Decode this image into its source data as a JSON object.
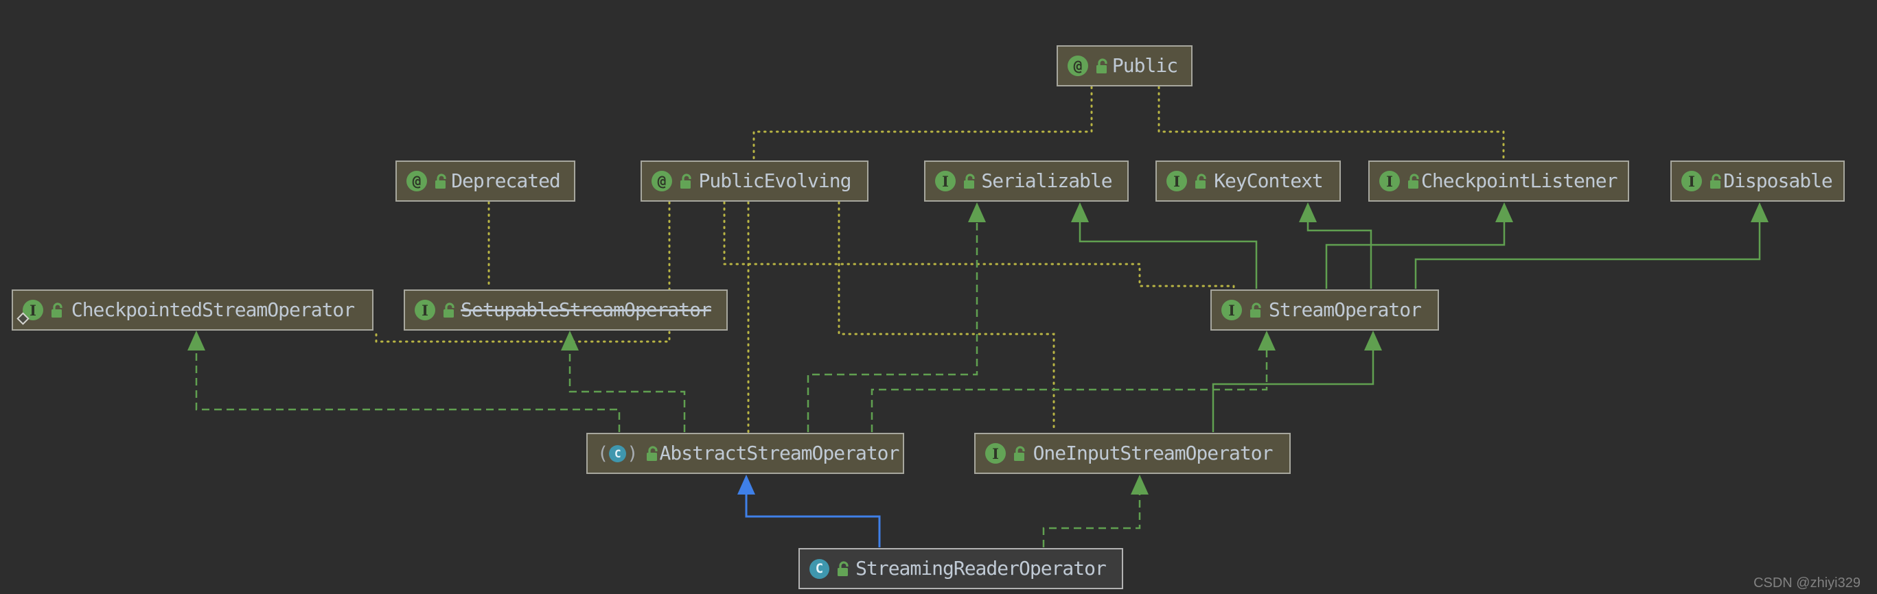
{
  "diagram": {
    "title": "UML class diagram - Flink stream operators",
    "watermark": "CSDN @zhiyi329",
    "colors": {
      "background": "#2d2d2d",
      "node_fill": "#56523f",
      "node_fill_dark": "#3c3c3c",
      "node_border": "#a7a79e",
      "label_text": "#c0cad5",
      "icon_green": "#63a456",
      "icon_teal": "#3f97ae",
      "edge_green": "#60a050",
      "edge_yellow": "#b9b544",
      "edge_blue": "#3f80e8"
    },
    "nodes": [
      {
        "id": "public",
        "label": "Public",
        "kind": "annotation"
      },
      {
        "id": "deprecated",
        "label": "Deprecated",
        "kind": "annotation"
      },
      {
        "id": "public-evolving",
        "label": "PublicEvolving",
        "kind": "annotation"
      },
      {
        "id": "serializable",
        "label": "Serializable",
        "kind": "interface"
      },
      {
        "id": "key-context",
        "label": "KeyContext",
        "kind": "interface"
      },
      {
        "id": "checkpoint-listener",
        "label": "CheckpointListener",
        "kind": "interface"
      },
      {
        "id": "disposable",
        "label": "Disposable",
        "kind": "interface"
      },
      {
        "id": "checkpointed-stream-operator",
        "label": "CheckpointedStreamOperator",
        "kind": "interface",
        "badge": "diamond"
      },
      {
        "id": "setupable-stream-operator",
        "label": "SetupableStreamOperator",
        "kind": "interface",
        "deprecated": true
      },
      {
        "id": "stream-operator",
        "label": "StreamOperator",
        "kind": "interface"
      },
      {
        "id": "abstract-stream-operator",
        "label": "AbstractStreamOperator",
        "kind": "abstract-class"
      },
      {
        "id": "one-input-stream-operator",
        "label": "OneInputStreamOperator",
        "kind": "interface"
      },
      {
        "id": "streaming-reader-operator",
        "label": "StreamingReaderOperator",
        "kind": "class",
        "variant": "dark"
      }
    ],
    "edges": [
      {
        "from": "public",
        "to": "public-evolving",
        "type": "annotation"
      },
      {
        "from": "public",
        "to": "checkpoint-listener",
        "type": "annotation"
      },
      {
        "from": "deprecated",
        "to": "setupable-stream-operator",
        "type": "annotation"
      },
      {
        "from": "public-evolving",
        "to": "checkpointed-stream-operator",
        "type": "annotation"
      },
      {
        "from": "public-evolving",
        "to": "abstract-stream-operator",
        "type": "annotation"
      },
      {
        "from": "public-evolving",
        "to": "one-input-stream-operator",
        "type": "annotation"
      },
      {
        "from": "public-evolving",
        "to": "stream-operator",
        "type": "annotation"
      },
      {
        "from": "abstract-stream-operator",
        "to": "checkpointed-stream-operator",
        "type": "implements"
      },
      {
        "from": "abstract-stream-operator",
        "to": "setupable-stream-operator",
        "type": "implements"
      },
      {
        "from": "abstract-stream-operator",
        "to": "serializable",
        "type": "implements"
      },
      {
        "from": "abstract-stream-operator",
        "to": "stream-operator",
        "type": "implements"
      },
      {
        "from": "one-input-stream-operator",
        "to": "stream-operator",
        "type": "extends-interface"
      },
      {
        "from": "stream-operator",
        "to": "serializable",
        "type": "extends-interface"
      },
      {
        "from": "stream-operator",
        "to": "key-context",
        "type": "extends-interface"
      },
      {
        "from": "stream-operator",
        "to": "checkpoint-listener",
        "type": "extends-interface"
      },
      {
        "from": "stream-operator",
        "to": "disposable",
        "type": "extends-interface"
      },
      {
        "from": "streaming-reader-operator",
        "to": "one-input-stream-operator",
        "type": "implements"
      },
      {
        "from": "streaming-reader-operator",
        "to": "abstract-stream-operator",
        "type": "extends-class"
      }
    ]
  }
}
